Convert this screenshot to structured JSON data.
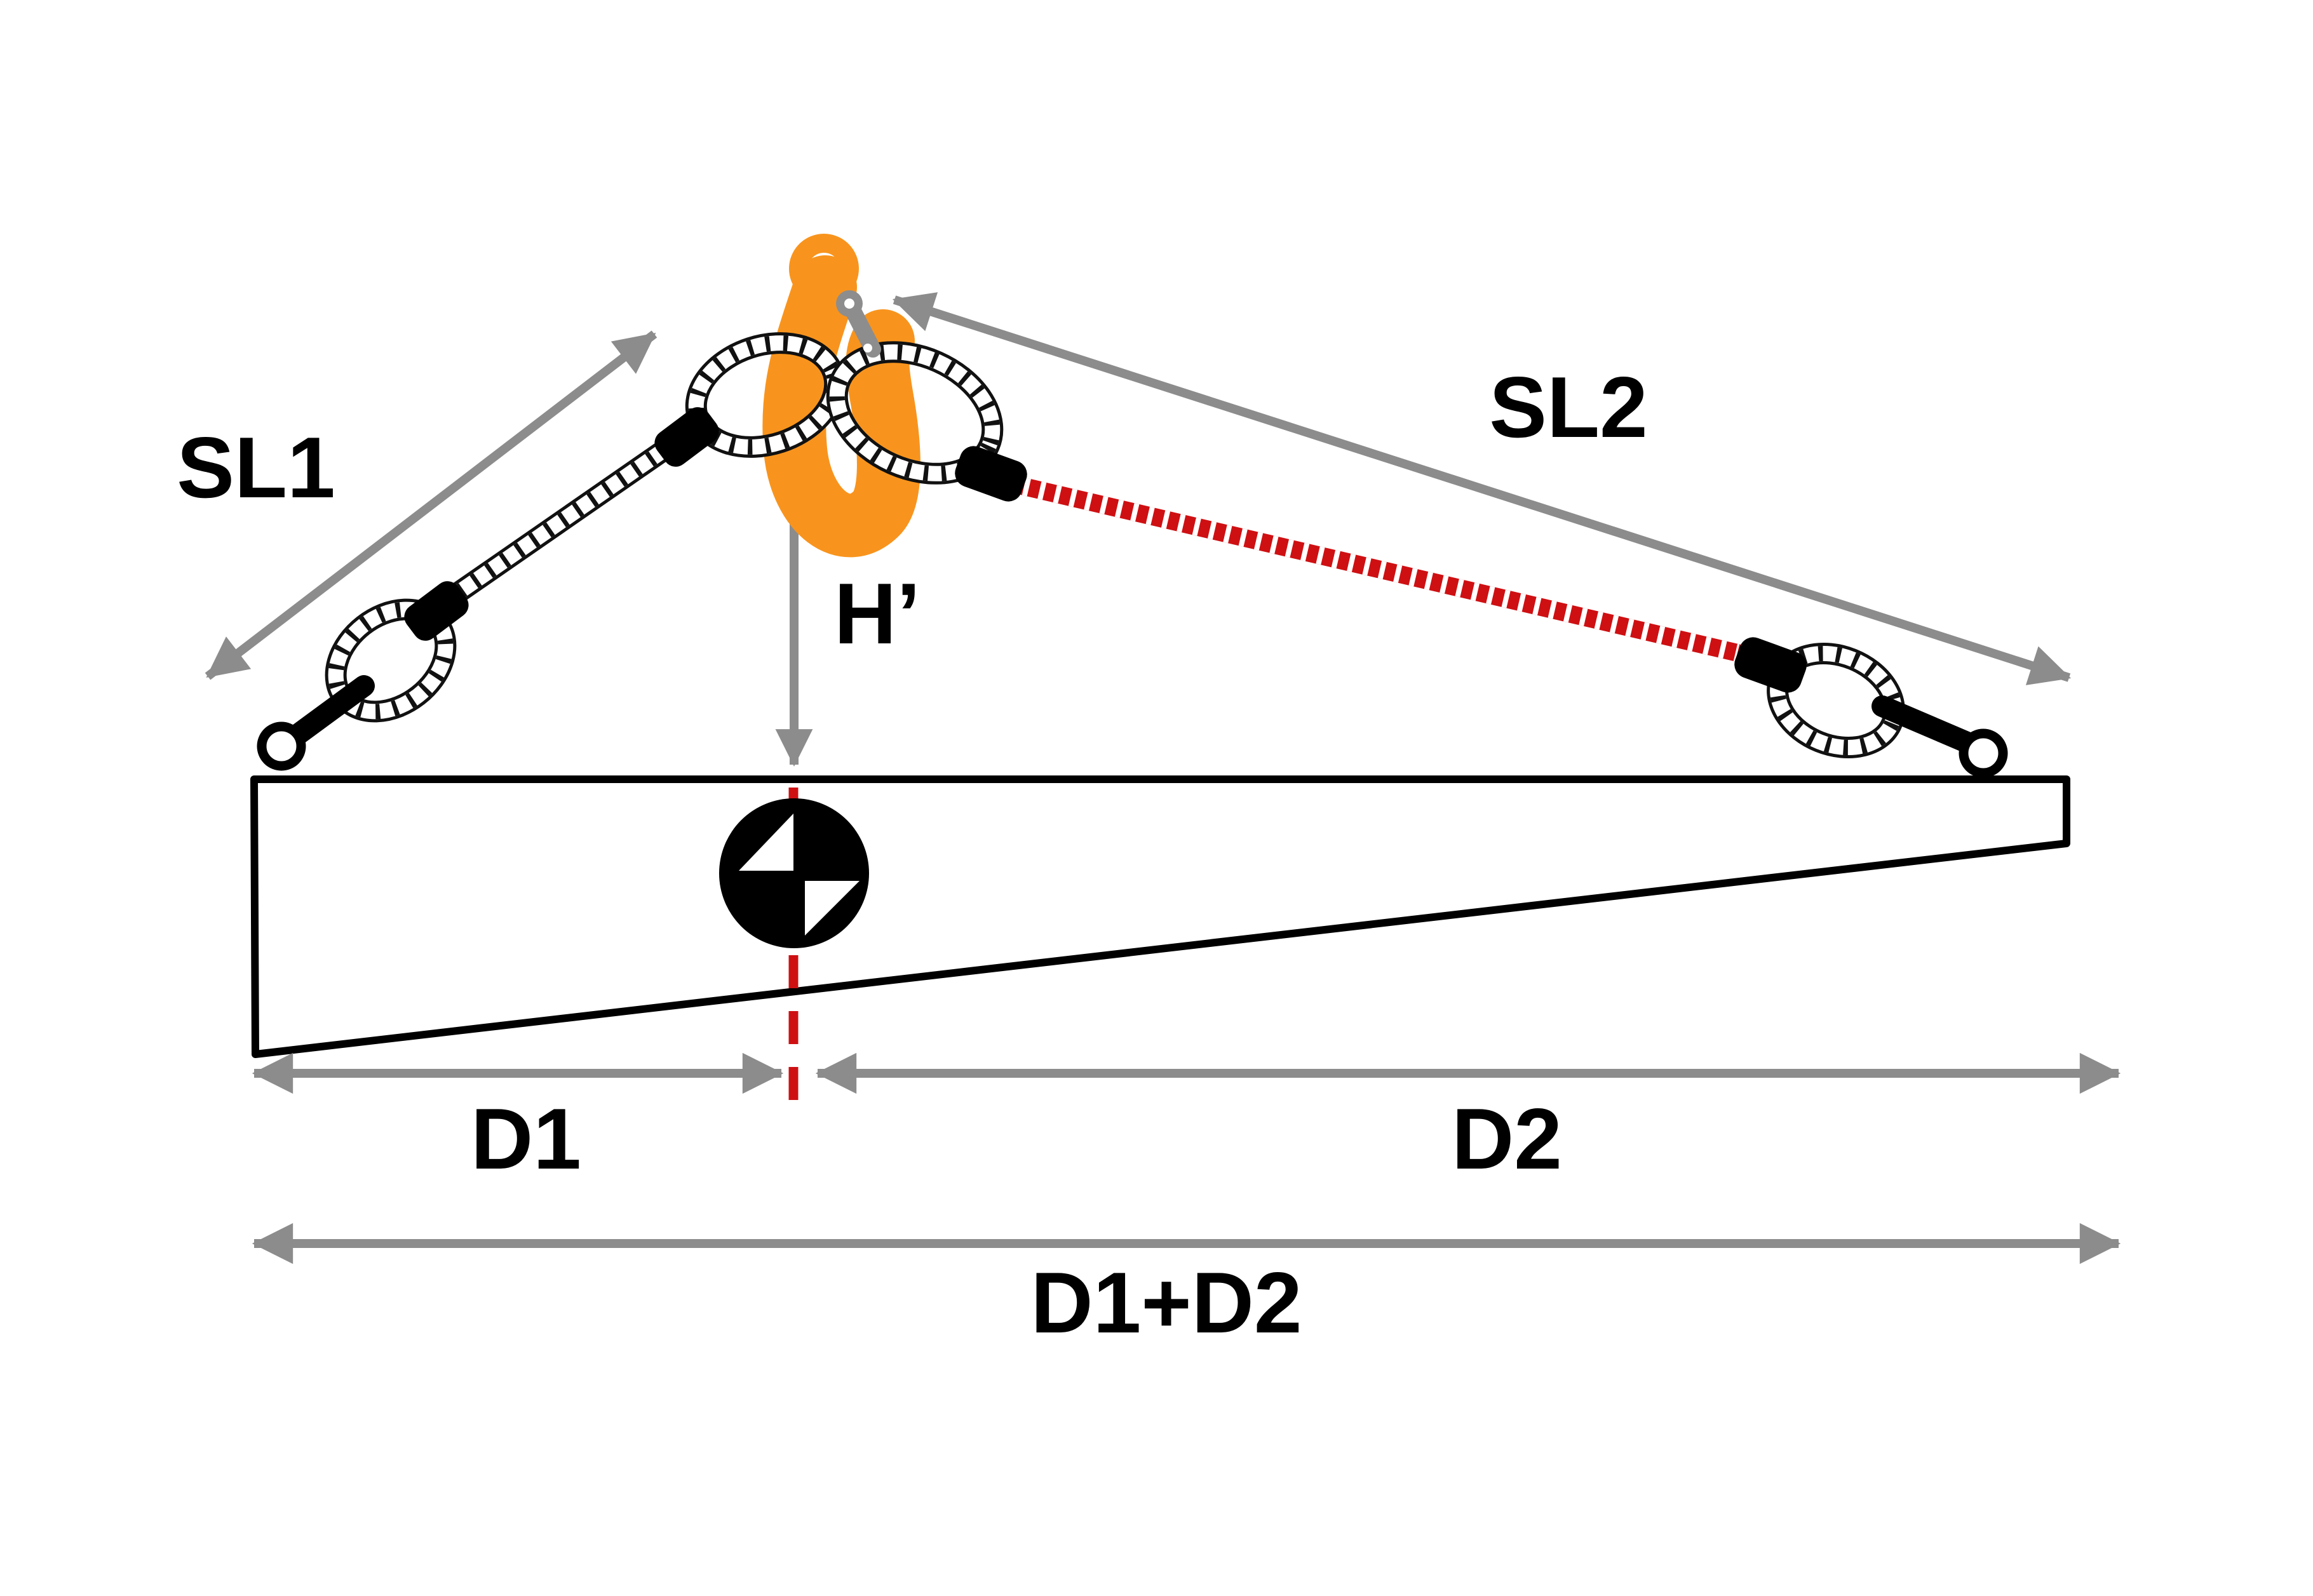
{
  "labels": {
    "sl1": "SL1",
    "sl2": "SL2",
    "h_prime": "H’",
    "d1": "D1",
    "d2": "D2",
    "d1_plus_d2": "D1+D2"
  },
  "colors": {
    "dimension_gray": "#8C8C8C",
    "hook_orange": "#F8941D",
    "latch_gray": "#8D8D8D",
    "sling_red": "#CE1013",
    "outline_black": "#000000",
    "background": "#FFFFFF"
  },
  "icons": {
    "hook": "lifting-hook-icon",
    "latch": "safety-latch-icon",
    "cog": "center-of-gravity-icon",
    "left_anchor": "eyebolt-icon",
    "right_anchor": "eyebolt-icon",
    "left_sling": "wire-rope-sling",
    "right_sling": "wire-rope-sling-highlighted"
  }
}
